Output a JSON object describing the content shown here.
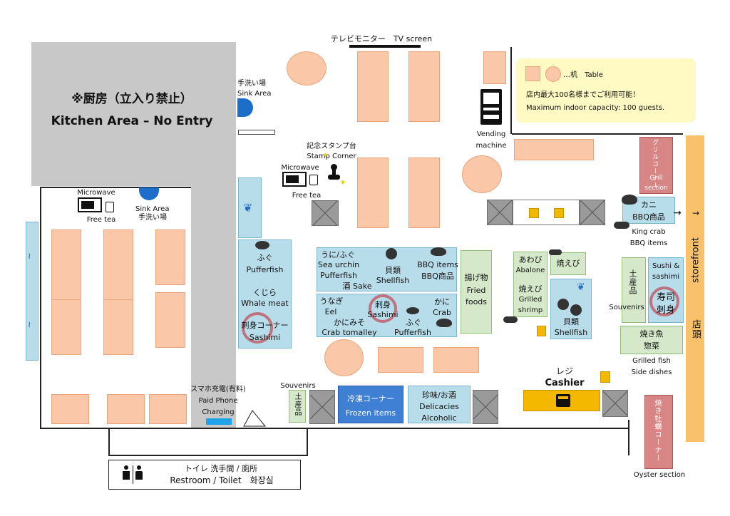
{
  "header": {
    "tv_label": "テレビモニター　TV screen"
  },
  "legend": {
    "table_label": "…机　Table",
    "capacity_jp": "店内最大100名様までご利用可能！",
    "capacity_en": "Maximum indoor capacity: 100 guests."
  },
  "kitchen": {
    "title_jp": "※厨房（立入り禁止）",
    "title_en": "Kitchen Area – No Entry"
  },
  "sink_top": {
    "jp": "手洗い場",
    "en": "Sink Area"
  },
  "sink_left": {
    "en": "Sink Area",
    "jp": "手洗い場"
  },
  "microwave_left": {
    "label": "Microwave",
    "tea": "Free tea"
  },
  "microwave_center": {
    "label": "Microwave",
    "tea": "Free tea"
  },
  "stamp": {
    "jp": "記念スタンプ台",
    "en": "Stamp Corner"
  },
  "vending": {
    "line1": "Vending",
    "line2": "machine"
  },
  "grill": {
    "jp": "グリルコーナー",
    "en1": "Grill",
    "en2": "section"
  },
  "crab_bbq": {
    "jp1": "カニ",
    "jp2": "BBQ商品",
    "en1": "King crab",
    "en2": "BBQ items"
  },
  "storefront": {
    "en": "storefront",
    "jp": "店頭",
    "arrow": "→"
  },
  "left_counter": {
    "fugu_jp": "ふぐ",
    "fugu_en": "Pufferfish",
    "whale_jp": "くじら",
    "whale_en": "Whale meat",
    "sashimi_jp": "刺身コーナー",
    "sashimi_en": "Sashimi"
  },
  "center_top": {
    "a_jp": "うに/ふぐ",
    "a_en1": "Sea urchin",
    "a_en2": "Pufferfish",
    "sake": "酒 Sake",
    "shell_jp": "貝類",
    "shell_en": "Shellfish",
    "bbq_en": "BBQ items",
    "bbq_jp": "BBQ商品"
  },
  "center_bottom": {
    "eel_jp": "うなぎ",
    "eel_en": "Eel",
    "tom_jp": "かにみそ",
    "tom_en": "Crab tomalley",
    "sash_jp": "刺身",
    "sash_en": "Sashimi",
    "crab_jp": "かに",
    "crab_en": "Crab",
    "fugu_jp": "ふぐ",
    "fugu_en": "Pufferfish"
  },
  "fried": {
    "jp": "揚げ物",
    "en1": "Fried",
    "en2": "foods"
  },
  "abalone": {
    "a_jp": "あわび",
    "a_en": "Abalone",
    "s_jp": "焼えび",
    "s_en1": "Grilled",
    "s_en2": "shrimp",
    "right_jp": "焼えび"
  },
  "shellfish_right": {
    "jp": "貝類",
    "en": "Shellfish"
  },
  "souvenir_right": {
    "jp": "土産品",
    "en": "Souvenirs"
  },
  "sushi": {
    "en1": "Sushi &",
    "en2": "sashimi",
    "jp1": "寿司",
    "jp2": "刺身"
  },
  "grilled_fish": {
    "jp1": "焼き魚",
    "jp2": "惣菜",
    "en1": "Grilled fish",
    "en2": "Side dishes"
  },
  "cashier": {
    "jp": "レジ",
    "en": "Cashier"
  },
  "oyster": {
    "jp": "焼き牡蠣コーナー",
    "en": "Oyster section"
  },
  "frozen": {
    "jp": "冷凍コーナー",
    "en": "Frozen items"
  },
  "delicacies": {
    "jp": "珍味/お酒",
    "en1": "Delicacies",
    "en2": "Alcoholic"
  },
  "souvenir_bottom": {
    "en": "Souvenirs",
    "jp": "土産品"
  },
  "charging": {
    "jp": "スマホ充電(有料)",
    "en1": "Paid Phone",
    "en2": "Charging"
  },
  "restroom": {
    "line1": "トイレ  洗手間 / 廁所",
    "line2": "Restroom / Toilet　화장실"
  },
  "colors": {
    "table": "#fac8a8",
    "counter": "#b7dcea",
    "green": "#d5e8c9",
    "kitchen": "#c8c8c8",
    "grill": "#d88585",
    "frozen": "#3f7fd4",
    "cashier": "#f5b800"
  }
}
